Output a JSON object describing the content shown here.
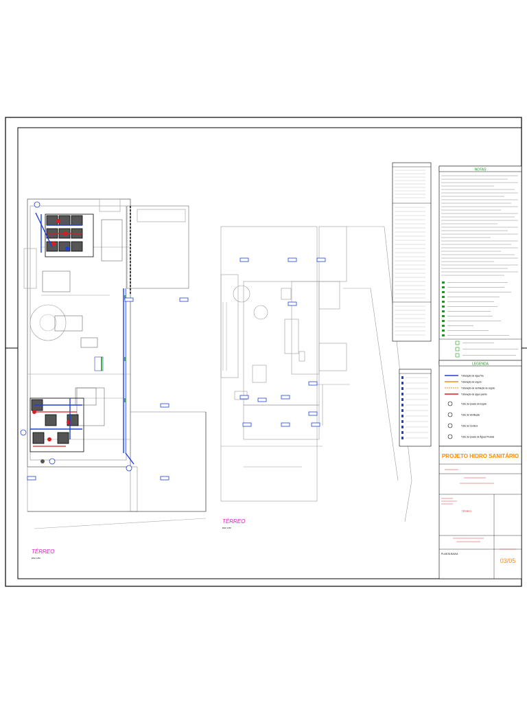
{
  "colors": {
    "border": "#000000",
    "cold_water": "#1e3fd9",
    "hot_water": "#d81e1e",
    "drain": "#f08a1e",
    "sewer": "#1a9a1a",
    "magenta": "#e020c0",
    "title_red": "#e03030",
    "orange": "#ff8a00"
  },
  "drawing": {
    "label_left": "TÉRREO",
    "label_right": "TÉRREO",
    "scale": "ESC 1/50"
  },
  "notes": {
    "header": "NOTAS"
  },
  "legend": {
    "header": "LEGENDA",
    "items": [
      "Tubulação de água fria",
      "Tubulação de esgoto",
      "Tubulação de ventilação de esgoto",
      "Tubulação de água quente",
      "Tubo de Queda de Esgoto",
      "Tubo de Ventilação",
      "Tubo de Gordura",
      "Tubo de Queda de Águas Pluviais"
    ]
  },
  "title_block": {
    "project_title": "PROJETO HIDRO SANITÁRIO",
    "sheet_title": "PLANTA BAIXA",
    "sheet_number": "03/05",
    "phase": "TÉRREO"
  }
}
